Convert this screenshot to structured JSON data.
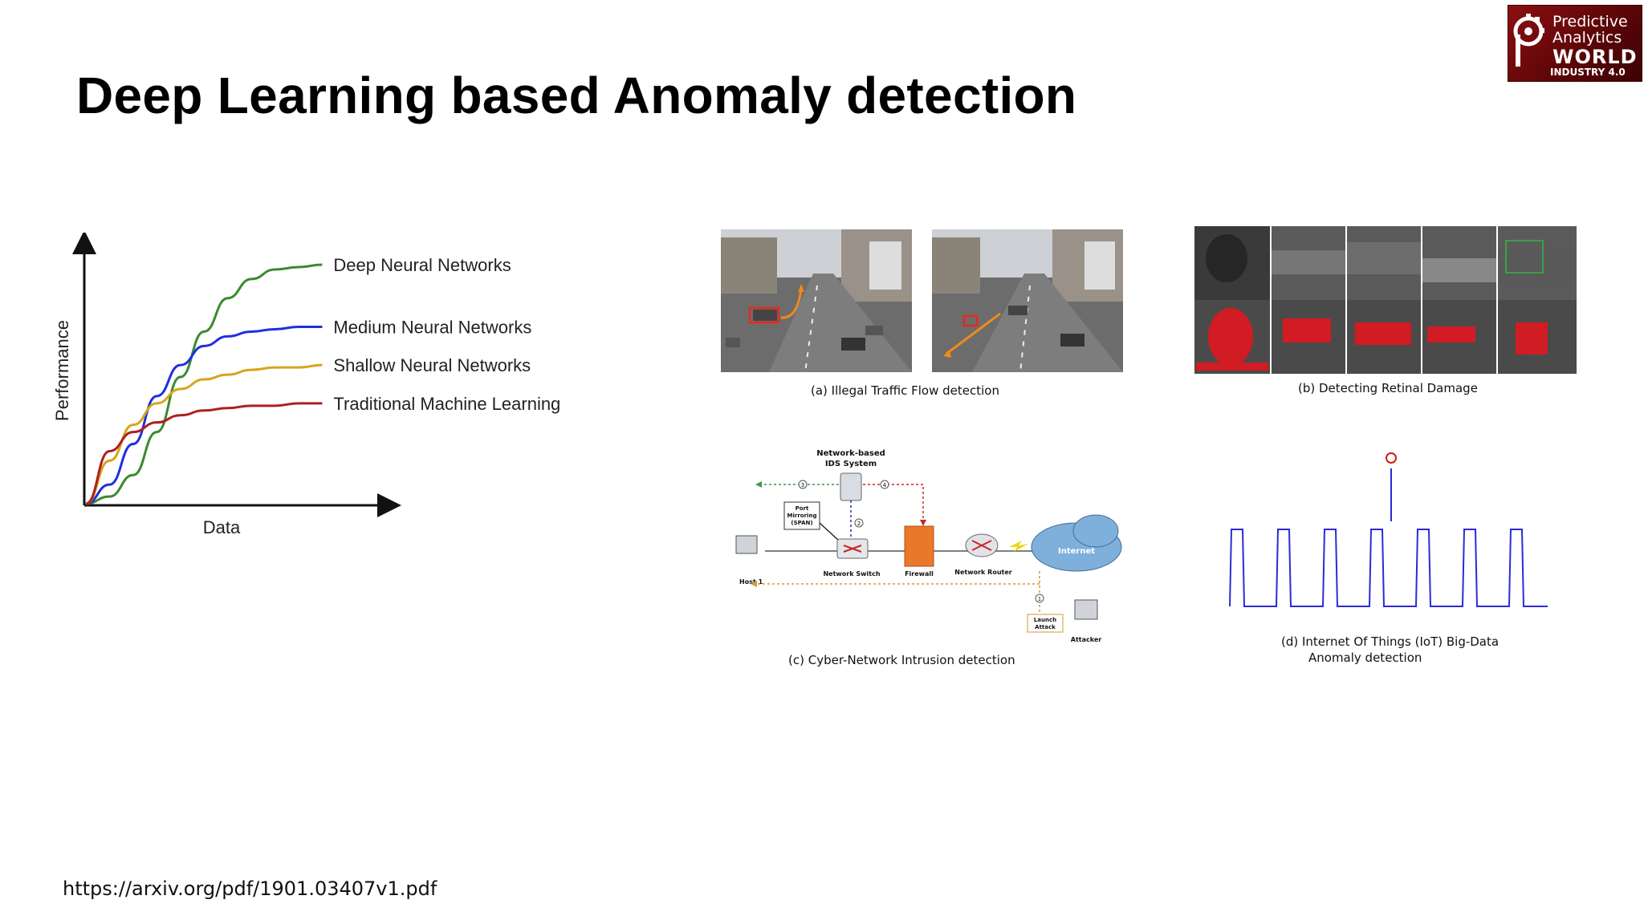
{
  "slide": {
    "title": "Deep Learning based Anomaly detection",
    "source_url": "https://arxiv.org/pdf/1901.03407v1.pdf"
  },
  "logo": {
    "line1": "Predictive",
    "line2": "Analytics",
    "line3": "WORLD",
    "line4": "INDUSTRY 4.0",
    "color": "#7a0a0c"
  },
  "chart_data": {
    "type": "line",
    "xlabel": "Data",
    "ylabel": "Performance",
    "grid": false,
    "series": [
      {
        "name": "Deep Neural Networks",
        "color": "#3a8a2e",
        "x": [
          0,
          0.1,
          0.2,
          0.3,
          0.4,
          0.5,
          0.6,
          0.7,
          0.8,
          0.9,
          1.0
        ],
        "y": [
          0,
          0.03,
          0.12,
          0.3,
          0.53,
          0.72,
          0.86,
          0.94,
          0.98,
          0.99,
          1.0
        ]
      },
      {
        "name": "Medium Neural Networks",
        "color": "#1f2fe0",
        "x": [
          0,
          0.1,
          0.2,
          0.3,
          0.4,
          0.5,
          0.6,
          0.7,
          0.8,
          0.9,
          1.0
        ],
        "y": [
          0,
          0.08,
          0.25,
          0.45,
          0.58,
          0.66,
          0.7,
          0.72,
          0.73,
          0.74,
          0.74
        ]
      },
      {
        "name": "Shallow Neural Networks",
        "color": "#d8a51c",
        "x": [
          0,
          0.1,
          0.2,
          0.3,
          0.4,
          0.5,
          0.6,
          0.7,
          0.8,
          0.9,
          1.0
        ],
        "y": [
          0,
          0.18,
          0.33,
          0.42,
          0.48,
          0.52,
          0.54,
          0.56,
          0.57,
          0.57,
          0.58
        ]
      },
      {
        "name": "Traditional Machine Learning",
        "color": "#b01e1e",
        "x": [
          0,
          0.1,
          0.2,
          0.3,
          0.4,
          0.5,
          0.6,
          0.7,
          0.8,
          0.9,
          1.0
        ],
        "y": [
          0,
          0.22,
          0.3,
          0.34,
          0.37,
          0.39,
          0.4,
          0.41,
          0.41,
          0.42,
          0.42
        ]
      }
    ]
  },
  "panels": {
    "a": {
      "caption": "(a) Illegal Traffic Flow detection"
    },
    "b": {
      "caption": "(b) Detecting Retinal Damage"
    },
    "c": {
      "caption": "(c) Cyber-Network Intrusion detection",
      "ids_title_1": "Network-based",
      "ids_title_2": "IDS System",
      "port_1": "Port",
      "port_2": "Mirroring",
      "port_3": "(SPAN)",
      "host": "Host 1",
      "switch": "Network Switch",
      "firewall": "Firewall",
      "router": "Network Router",
      "internet": "Internet",
      "launch_1": "Launch",
      "launch_2": "Attack",
      "attacker": "Attacker",
      "step1": "1",
      "step2": "2",
      "step3": "3",
      "step4": "4"
    },
    "d": {
      "caption_1": "(d) Internet Of Things (IoT) Big-Data",
      "caption_2": "Anomaly detection",
      "line_color": "#2b2bd6",
      "anomaly_color": "#d01a1a"
    }
  }
}
